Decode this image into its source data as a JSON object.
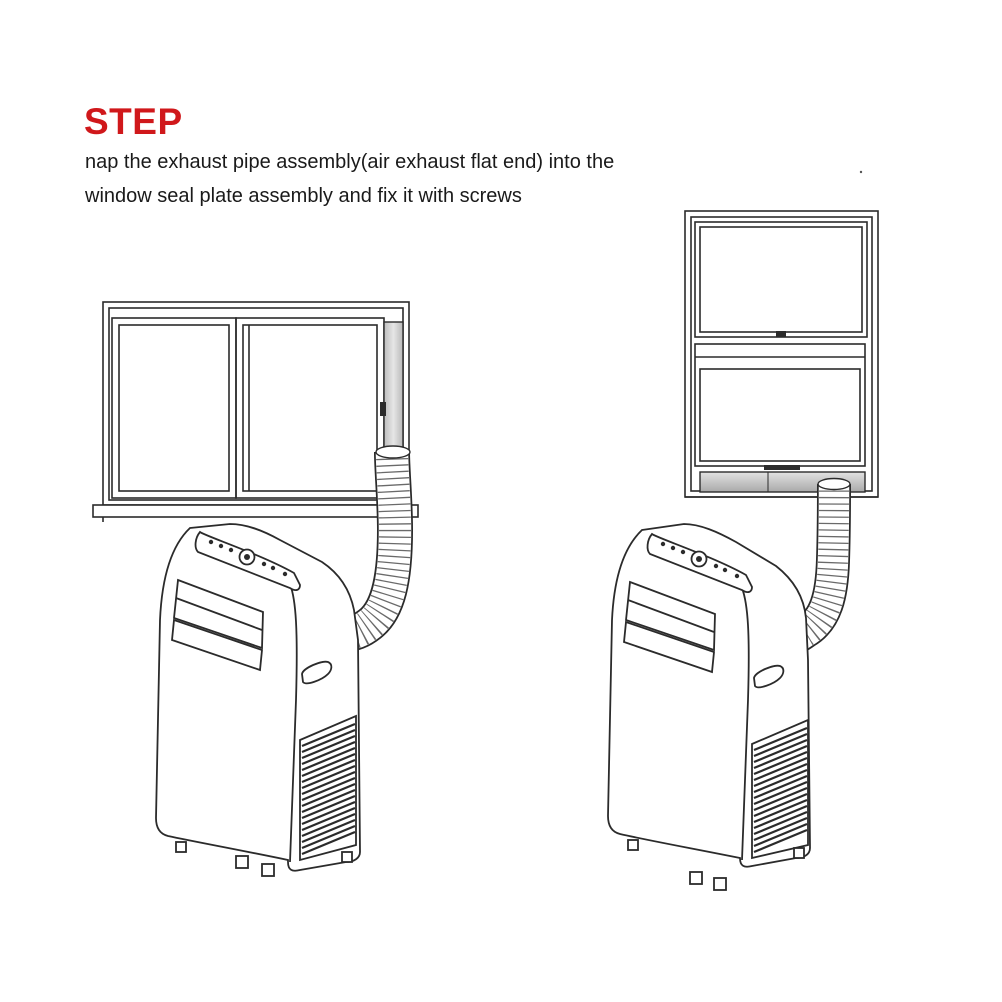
{
  "heading": {
    "text": "STEP",
    "color": "#d0181b"
  },
  "instructions": [
    "nap the exhaust pipe assembly(air exhaust flat end) into the",
    "window seal plate assembly and fix it with screws"
  ],
  "colors": {
    "line": "#2b2b2b",
    "seal_plate": "#cfcfcf",
    "fill": "#ffffff"
  }
}
